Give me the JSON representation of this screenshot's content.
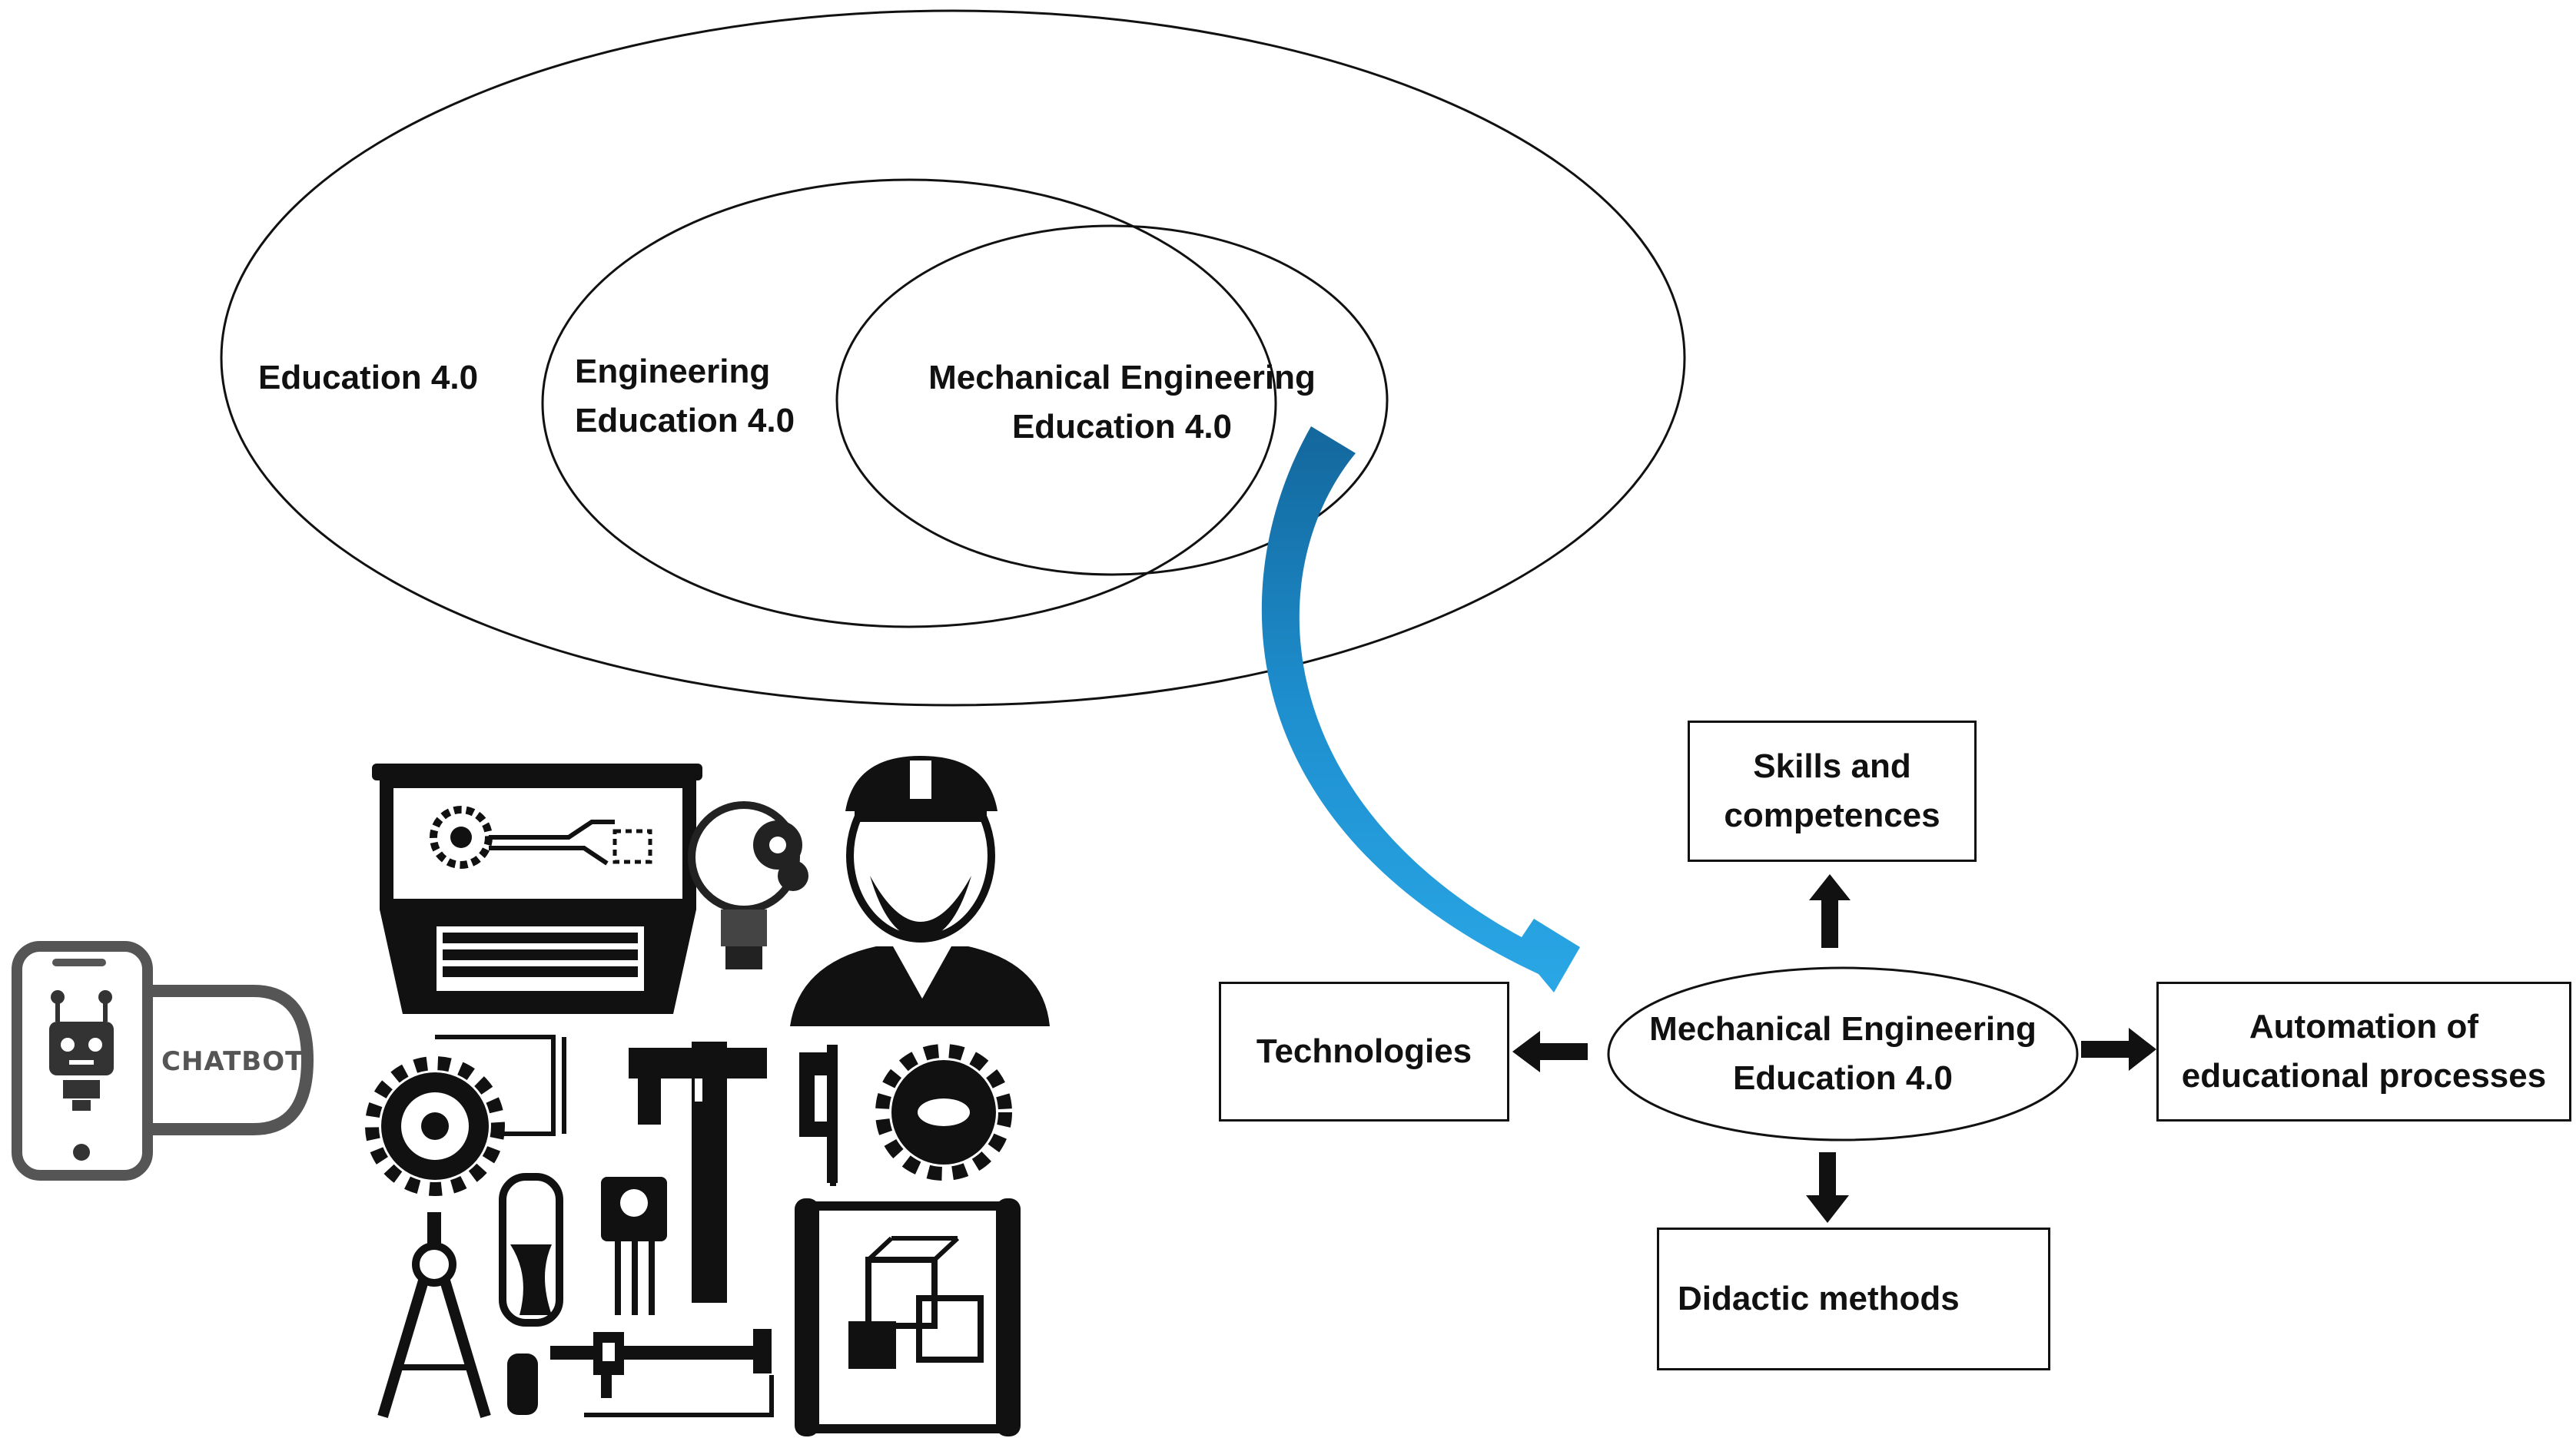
{
  "nested_ellipses": {
    "outer_label": "Education 4.0",
    "middle_label_line1": "Engineering",
    "middle_label_line2": "Education 4.0",
    "inner_label_line1": "Mechanical Engineering",
    "inner_label_line2": "Education 4.0"
  },
  "flow": {
    "center_line1": "Mechanical Engineering",
    "center_line2": "Education 4.0",
    "top_line1": "Skills and",
    "top_line2": "competences",
    "left": "Technologies",
    "right_line1": "Automation of",
    "right_line2": "educational processes",
    "bottom": "Didactic methods"
  },
  "illustrations": {
    "chatbot_label": "CHATBOT",
    "icons": [
      "phone-robot-icon",
      "laptop-icon",
      "lightbulb-gears-icon",
      "engineer-icon",
      "gear-icon",
      "caliper-icon",
      "c-clamp-icon",
      "compass-icon",
      "cylinder-icon",
      "transistor-icon",
      "blueprint-icon"
    ]
  },
  "colors": {
    "curved_arrow": "#1e8fcf",
    "line": "#111111"
  }
}
